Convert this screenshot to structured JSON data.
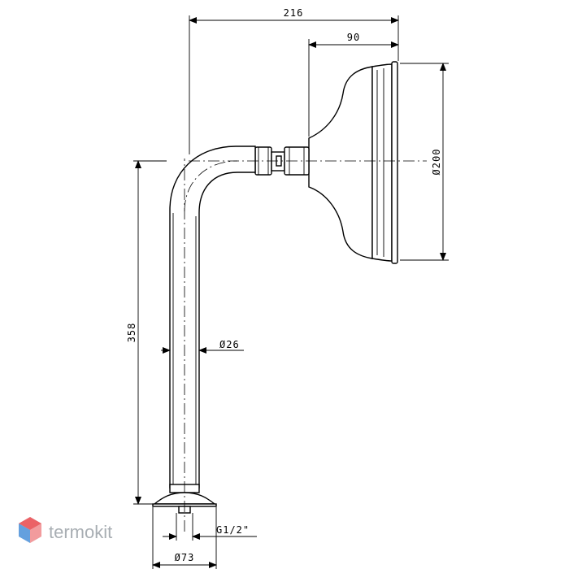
{
  "dimensions": {
    "overall_width": "216",
    "head_depth": "90",
    "head_diameter": "Ø200",
    "height": "358",
    "pipe_diameter": "Ø26",
    "thread": "G1/2\"",
    "base_diameter": "Ø73"
  },
  "watermark": {
    "brand": "termokit"
  },
  "colors": {
    "line": "#000000",
    "watermark_gray": "#9aa0a6",
    "logo_red": "#e8474c",
    "logo_blue": "#4a90d9"
  }
}
